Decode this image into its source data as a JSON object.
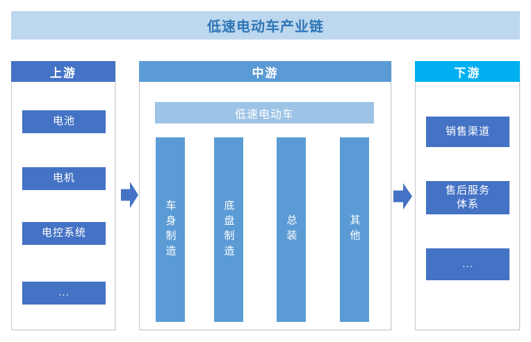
{
  "title": {
    "text": "低速电动车产业链"
  },
  "colors": {
    "banner-bg": "#BDD7EE",
    "banner-text": "#2E75B6",
    "upstream-header-bg": "#4472C4",
    "item-bg": "#4472C4",
    "mid-header-bg": "#5B9BD5",
    "bar-bg": "#5B9BD5",
    "sub-banner-bg": "#9DC3E6",
    "downstream-header-bg": "#00B0F0",
    "arrow": "#4472C4",
    "border": "#C9C9C9"
  },
  "upstream": {
    "header": "上游",
    "items": [
      "电池",
      "电机",
      "电控系统",
      "..."
    ]
  },
  "midstream": {
    "header": "中游",
    "banner": "低速电动车",
    "bars": [
      "车身制造",
      "底盘制造",
      "总装",
      "其他"
    ]
  },
  "downstream": {
    "header": "下游",
    "items": [
      "销售渠道",
      "售后服务\n体系",
      "..."
    ]
  },
  "icons": {
    "arrow_1": "right-block-arrow",
    "arrow_2": "right-block-arrow"
  }
}
